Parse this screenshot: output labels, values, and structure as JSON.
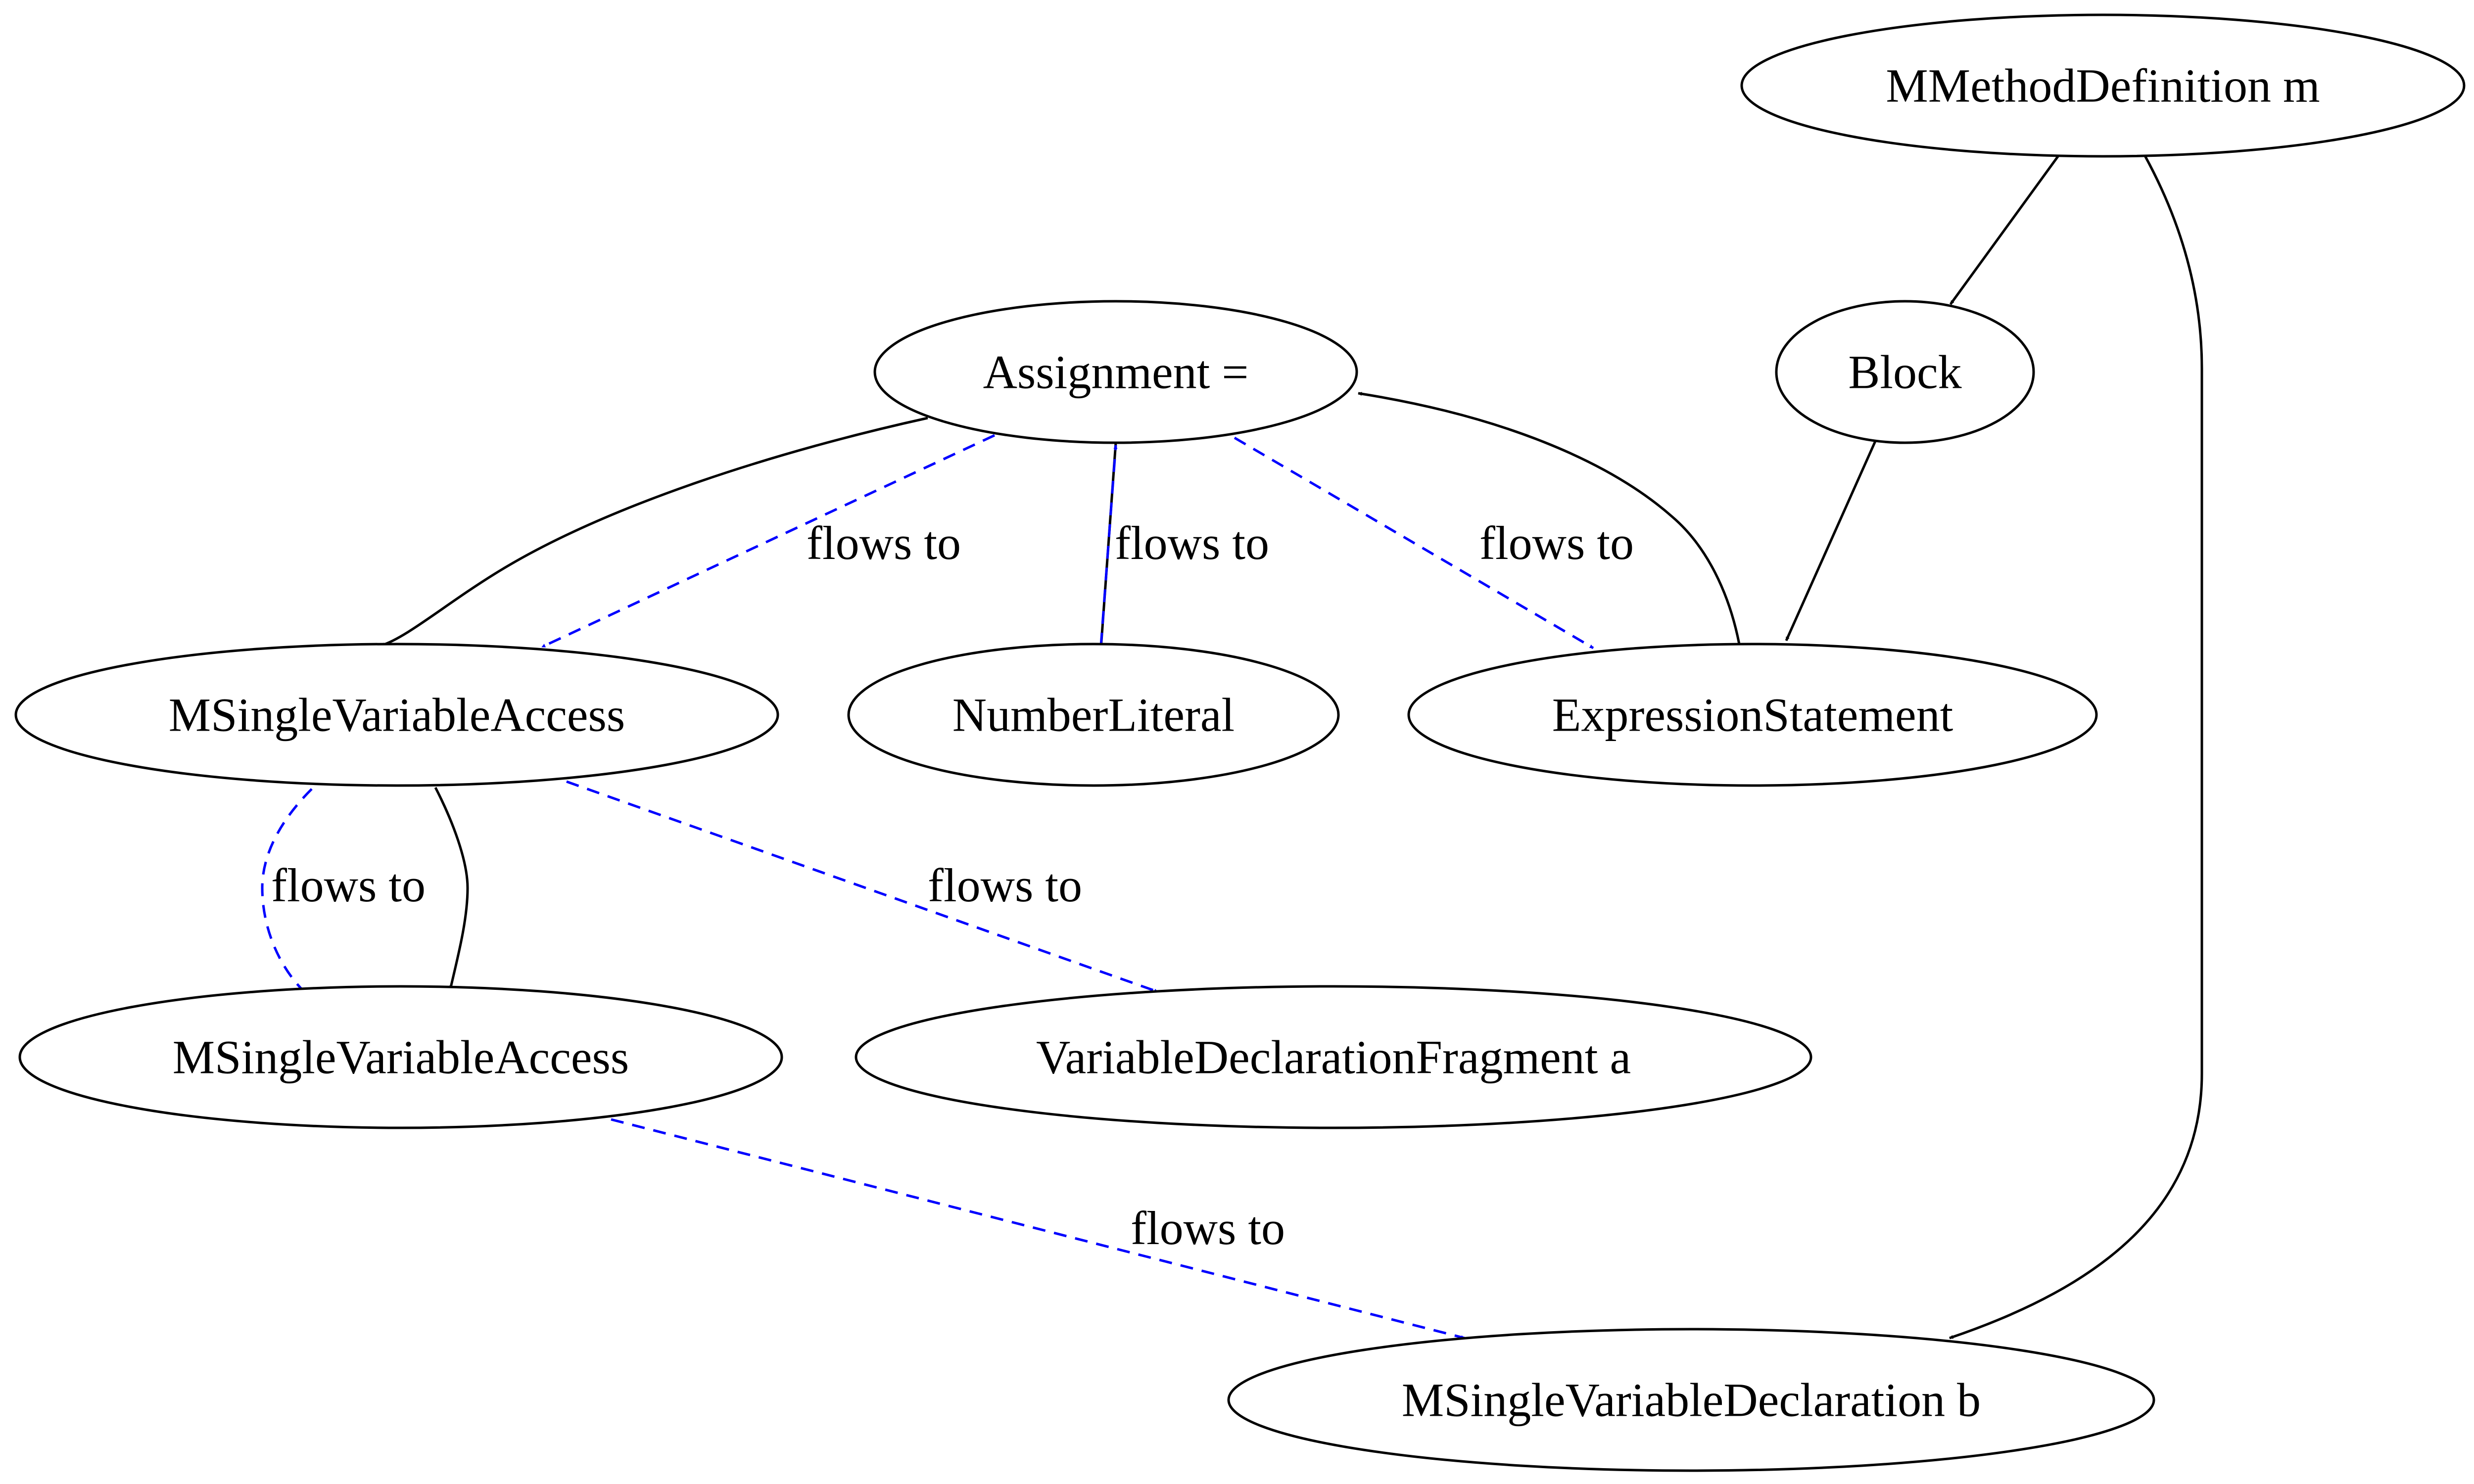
{
  "colors": {
    "ast_edge": "#000000",
    "flow_edge": "#0000ff",
    "node_stroke": "#000000",
    "background": "#ffffff"
  },
  "nodes": {
    "method": "MMethodDefinition m",
    "assignment": "Assignment =",
    "block": "Block",
    "access_1": "MSingleVariableAccess",
    "number_literal": "NumberLiteral",
    "expression_statement": "ExpressionStatement",
    "access_2": "MSingleVariableAccess",
    "fragment_a": "VariableDeclarationFragment a",
    "declaration_b": "MSingleVariableDeclaration b"
  },
  "edge_labels": {
    "assignment_to_access_1": "flows to",
    "assignment_to_number_literal": "flows to",
    "assignment_to_expression_statement": "flows to",
    "access_1_to_access_2": "flows to",
    "access_1_to_fragment_a": "flows to",
    "access_2_to_declaration_b": "flows to"
  }
}
